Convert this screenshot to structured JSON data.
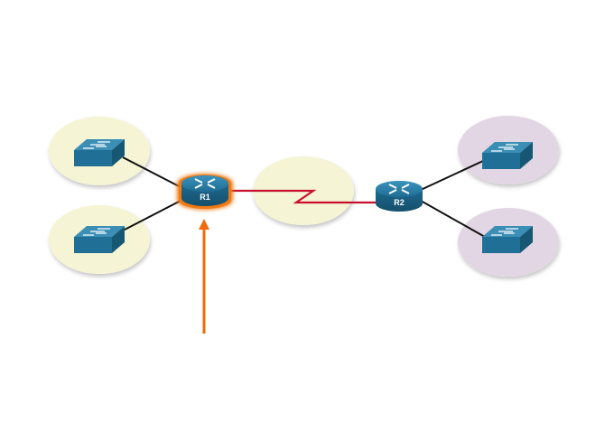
{
  "diagram": {
    "colors": {
      "lan_left": "#f5f4d4",
      "lan_right": "#e3d6e4",
      "wan_cloud": "#f5f4d4",
      "device_top": "#2b7ea5",
      "device_side": "#1c5f80",
      "serial_link": "#c8102e",
      "ethernet_link": "#111111",
      "highlight": "#f07a12",
      "arrow": "#f06a0a"
    },
    "routers": [
      {
        "id": "R1",
        "label": "R1",
        "highlighted": true
      },
      {
        "id": "R2",
        "label": "R2",
        "highlighted": false
      }
    ],
    "switches": [
      {
        "id": "sw-left-top",
        "lan": "left"
      },
      {
        "id": "sw-left-bottom",
        "lan": "left"
      },
      {
        "id": "sw-right-top",
        "lan": "right"
      },
      {
        "id": "sw-right-bottom",
        "lan": "right"
      }
    ],
    "links": [
      {
        "from": "sw-left-top",
        "to": "R1",
        "type": "ethernet"
      },
      {
        "from": "sw-left-bottom",
        "to": "R1",
        "type": "ethernet"
      },
      {
        "from": "R1",
        "to": "R2",
        "type": "serial"
      },
      {
        "from": "R2",
        "to": "sw-right-top",
        "type": "ethernet"
      },
      {
        "from": "R2",
        "to": "sw-right-bottom",
        "type": "ethernet"
      }
    ],
    "pointer": {
      "target": "R1",
      "icon": "arrow-up-icon"
    }
  }
}
